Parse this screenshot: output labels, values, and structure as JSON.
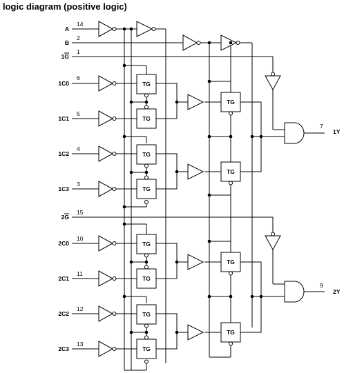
{
  "title": "logic diagram (positive logic)",
  "pins": [
    {
      "signal": "A",
      "pin": "14"
    },
    {
      "signal": "B",
      "pin": "2"
    },
    {
      "signal": "1G",
      "pin": "1",
      "overbar": true
    },
    {
      "signal": "1C0",
      "pin": "6"
    },
    {
      "signal": "1C1",
      "pin": "5"
    },
    {
      "signal": "1C2",
      "pin": "4"
    },
    {
      "signal": "1C3",
      "pin": "3"
    },
    {
      "signal": "2G",
      "pin": "15",
      "overbar": true
    },
    {
      "signal": "2C0",
      "pin": "10"
    },
    {
      "signal": "2C1",
      "pin": "11"
    },
    {
      "signal": "2C2",
      "pin": "12"
    },
    {
      "signal": "2C3",
      "pin": "13"
    }
  ],
  "outputs": [
    {
      "signal": "1Y",
      "pin": "7"
    },
    {
      "signal": "2Y",
      "pin": "9"
    }
  ],
  "tg_label": "TG"
}
